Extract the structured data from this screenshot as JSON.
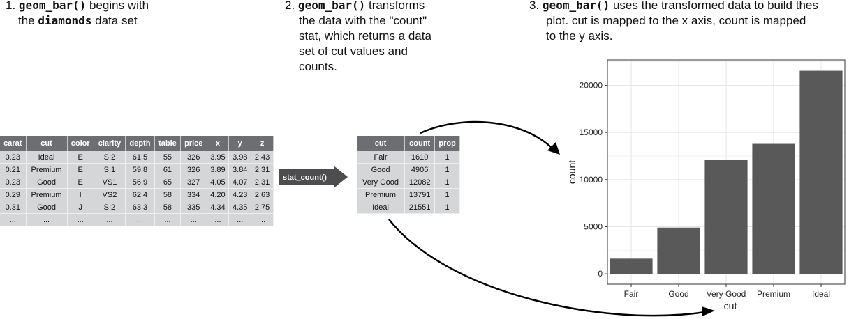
{
  "captions": {
    "step1": {
      "num": "1.",
      "code": "geom_bar()",
      "text1": " begins with",
      "text2a": "the ",
      "code2": "diamonds",
      "text2b": " data set"
    },
    "step2": {
      "num": "2.",
      "code": "geom_bar()",
      "text1": " transforms",
      "lines": [
        "the data with the \"count\"",
        "stat, which returns a data",
        "set of cut values and",
        "counts."
      ]
    },
    "step3": {
      "num": "3.",
      "code": "geom_bar()",
      "text1": " uses the transformed data to build thes",
      "lines": [
        "plot. cut is mapped to the x axis, count is mapped",
        "to the y axis."
      ]
    }
  },
  "diamonds_table": {
    "headers": [
      "carat",
      "cut",
      "color",
      "clarity",
      "depth",
      "table",
      "price",
      "x",
      "y",
      "z"
    ],
    "rows": [
      [
        "0.23",
        "Ideal",
        "E",
        "SI2",
        "61.5",
        "55",
        "326",
        "3.95",
        "3.98",
        "2.43"
      ],
      [
        "0.21",
        "Premium",
        "E",
        "SI1",
        "59.8",
        "61",
        "326",
        "3.89",
        "3.84",
        "2.31"
      ],
      [
        "0.23",
        "Good",
        "E",
        "VS1",
        "56.9",
        "65",
        "327",
        "4.05",
        "4.07",
        "2.31"
      ],
      [
        "0.29",
        "Premium",
        "I",
        "VS2",
        "62.4",
        "58",
        "334",
        "4.20",
        "4.23",
        "2.63"
      ],
      [
        "0.31",
        "Good",
        "J",
        "SI2",
        "63.3",
        "58",
        "335",
        "4.34",
        "4.35",
        "2.75"
      ],
      [
        "...",
        "...",
        "...",
        "...",
        "...",
        "...",
        "...",
        "...",
        "...",
        "..."
      ]
    ]
  },
  "stat_label": "stat_count()",
  "counts_table": {
    "headers": [
      "cut",
      "count",
      "prop"
    ],
    "rows": [
      [
        "Fair",
        "1610",
        "1"
      ],
      [
        "Good",
        "4906",
        "1"
      ],
      [
        "Very Good",
        "12082",
        "1"
      ],
      [
        "Premium",
        "13791",
        "1"
      ],
      [
        "Ideal",
        "21551",
        "1"
      ]
    ]
  },
  "chart_data": {
    "type": "bar",
    "categories": [
      "Fair",
      "Good",
      "Very Good",
      "Premium",
      "Ideal"
    ],
    "values": [
      1610,
      4906,
      12082,
      13791,
      21551
    ],
    "xlabel": "cut",
    "ylabel": "count",
    "ylim": [
      -1100,
      22700
    ],
    "yticks": [
      0,
      5000,
      10000,
      15000,
      20000
    ],
    "grid": true,
    "bar_color": "#595959",
    "panel_border": "#333333"
  },
  "colors": {
    "header_bg": "#6d6e72",
    "cell_bg": "#d5d6d8",
    "arrow": "#000000",
    "stat_arrow": "#4d4d4f"
  }
}
